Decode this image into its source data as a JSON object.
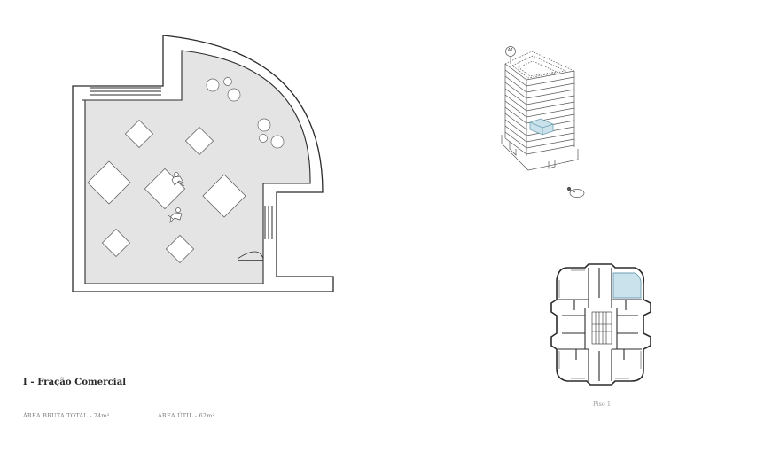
{
  "unit": {
    "title": "I - Fração Comercial",
    "area_bruta_label": "ÁREA BRUTA TOTAL - 74m²",
    "area_util_label": "ÁREA ÚTIL - 62m²"
  },
  "building": {
    "tag": "A1",
    "floor_label": "Piso 1"
  },
  "colors": {
    "floor_fill": "#e4e4e4",
    "wall": "#2b2b2b",
    "highlight": "#c9e2ec",
    "highlight_stroke": "#6e9fb3"
  }
}
